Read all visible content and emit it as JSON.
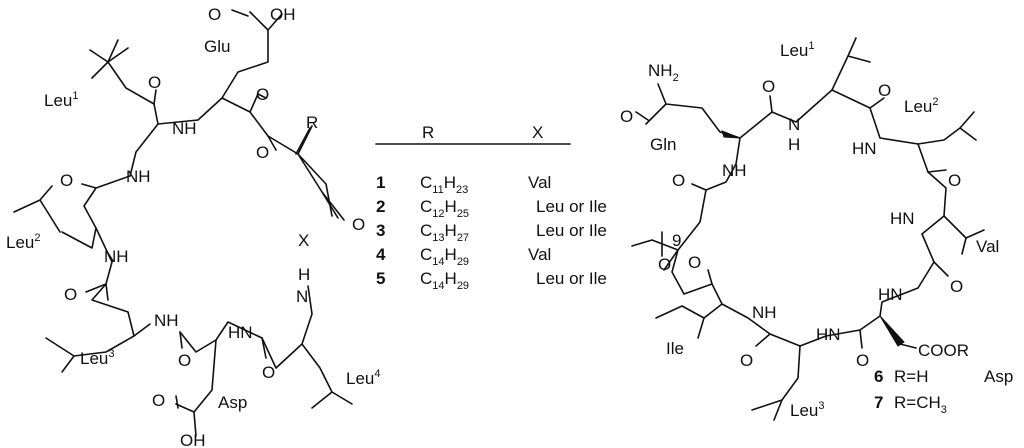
{
  "left_structure": {
    "carboxyl_top": "O",
    "carboxyl_top_oh": "OH",
    "residue_glu": "Glu",
    "residue_leu1": "Leu",
    "residue_leu1_index": "1",
    "residue_leu2": "Leu",
    "residue_leu2_index": "2",
    "residue_leu3": "Leu",
    "residue_leu3_index": "3",
    "residue_leu4": "Leu",
    "residue_leu4_index": "4",
    "residue_asp": "Asp",
    "nh": "NH",
    "hn": "HN",
    "hn_v": "N",
    "h_v": "H",
    "o": "O",
    "r_group": "R",
    "x_group": "X",
    "carboxyl_bottom_oh": "OH"
  },
  "table": {
    "header_r": "R",
    "header_x": "X",
    "rows": [
      {
        "num": "1",
        "c": "C",
        "c_sub": "11",
        "h": "H",
        "h_sub": "23",
        "x": "Val"
      },
      {
        "num": "2",
        "c": "C",
        "c_sub": "12",
        "h": "H",
        "h_sub": "25",
        "x": "Leu or Ile"
      },
      {
        "num": "3",
        "c": "C",
        "c_sub": "13",
        "h": "H",
        "h_sub": "27",
        "x": "Leu or Ile"
      },
      {
        "num": "4",
        "c": "C",
        "c_sub": "14",
        "h": "H",
        "h_sub": "29",
        "x": "Val"
      },
      {
        "num": "5",
        "c": "C",
        "c_sub": "14",
        "h": "H",
        "h_sub": "29",
        "x": "Leu or Ile"
      }
    ]
  },
  "right_structure": {
    "nh2": "NH",
    "nh2_sub": "2",
    "o": "O",
    "residue_gln": "Gln",
    "residue_leu1": "Leu",
    "residue_leu1_index": "1",
    "residue_leu2": "Leu",
    "residue_leu2_index": "2",
    "residue_leu3": "Leu",
    "residue_leu3_index": "3",
    "residue_val": "Val",
    "residue_ile": "Ile",
    "nh": "NH",
    "hn": "HN",
    "n": "N",
    "h": "H",
    "chain_repeat": "9",
    "coor": "COOR",
    "compound6_num": "6",
    "compound6_label": "R=H",
    "compound6_residue": "Asp",
    "compound7_num": "7",
    "compound7_label": "R=CH",
    "compound7_sub": "3"
  }
}
